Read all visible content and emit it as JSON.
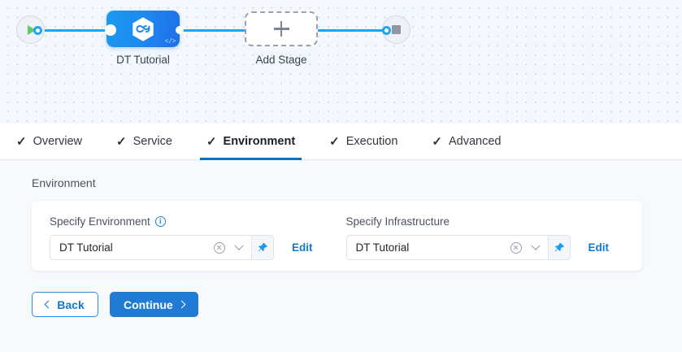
{
  "canvas": {
    "start_node": {
      "name": "pipeline-start",
      "icon": "play-icon"
    },
    "end_node": {
      "name": "pipeline-end",
      "icon": "stop-icon"
    },
    "stages": [
      {
        "label": "DT Tutorial",
        "icon": "hexagon-infinity-icon",
        "badge": "</>"
      },
      {
        "label": "Add Stage",
        "icon": "plus-icon"
      }
    ]
  },
  "tabs": [
    {
      "label": "Overview",
      "check": "✓",
      "active": false
    },
    {
      "label": "Service",
      "check": "✓",
      "active": false
    },
    {
      "label": "Environment",
      "check": "✓",
      "active": true
    },
    {
      "label": "Execution",
      "check": "✓",
      "active": false
    },
    {
      "label": "Advanced",
      "check": "✓",
      "active": false
    }
  ],
  "main": {
    "section_title": "Environment",
    "fields": [
      {
        "label": "Specify Environment",
        "has_info": true,
        "value": "DT Tutorial",
        "edit_label": "Edit",
        "pin_active": true
      },
      {
        "label": "Specify Infrastructure",
        "has_info": false,
        "value": "DT Tutorial",
        "edit_label": "Edit",
        "pin_active": true
      }
    ],
    "buttons": {
      "back": "Back",
      "continue": "Continue"
    }
  },
  "colors": {
    "accent": "#1f7bd4",
    "link": "#0f7ad0",
    "edge": "#1fa5f0",
    "tab_underline": "#0b72c4",
    "play": "#5cc96a",
    "page_bg": "#f7fafd",
    "canvas_bg": "#f2f8fd"
  }
}
